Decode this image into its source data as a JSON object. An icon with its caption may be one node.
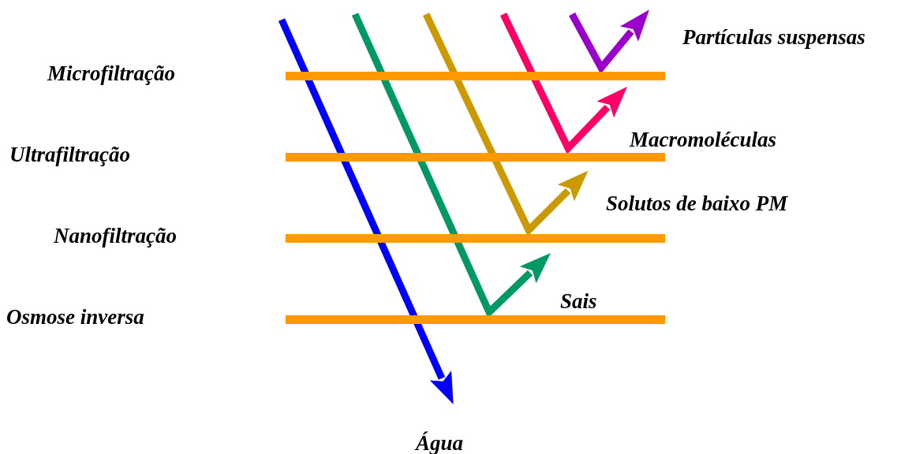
{
  "diagram": {
    "nodes": [
      {
        "text": [],
        "shape": "bar"
      },
      {
        "text": [],
        "shape": "bar"
      },
      {
        "text": [],
        "shape": "bar"
      },
      {
        "text": [],
        "shape": "bar"
      },
      {
        "text": [
          "Partículas suspensas"
        ]
      },
      {
        "text": [
          "Macromoléculas"
        ]
      },
      {
        "text": [
          "Solutos de baixo PM"
        ]
      },
      {
        "text": [
          "Sais"
        ]
      },
      {
        "text": [
          "Água"
        ]
      }
    ],
    "edges": [
      {
        "from": null,
        "to": 4,
        "arrow": "to",
        "color": "#9900cc"
      },
      {
        "from": null,
        "to": 5,
        "arrow": "to",
        "color": "#ff0066"
      },
      {
        "from": null,
        "to": 6,
        "arrow": "to",
        "color": "#cc9900"
      },
      {
        "from": null,
        "to": 7,
        "arrow": "to",
        "color": "#009966"
      },
      {
        "from": null,
        "to": 8,
        "arrow": "to",
        "color": "#0000ff"
      }
    ],
    "labels": [
      "Microfiltração",
      "Ultrafiltração",
      "Nanofiltração",
      "Osmose inversa"
    ]
  }
}
